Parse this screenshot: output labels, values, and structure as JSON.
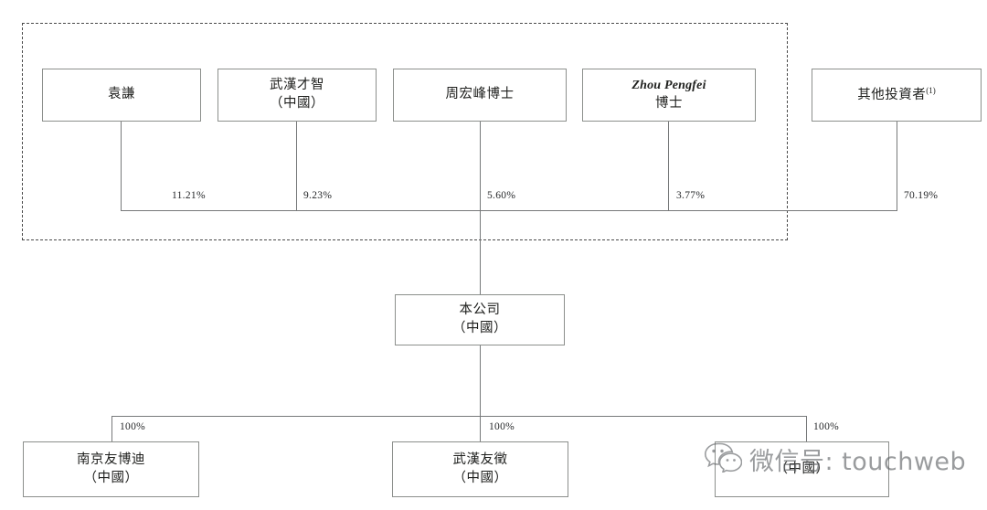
{
  "diagram": {
    "type": "org-ownership-chart",
    "shareholder_group_label": "",
    "shareholders": [
      {
        "name": "袁謙",
        "sub": "",
        "pct": "11.21%",
        "latin": false
      },
      {
        "name": "武漢才智",
        "sub": "（中國）",
        "pct": "9.23%",
        "latin": false
      },
      {
        "name": "周宏峰博士",
        "sub": "",
        "pct": "5.60%",
        "latin": false
      },
      {
        "name": "Zhou Pengfei",
        "sub": "博士",
        "pct": "3.77%",
        "latin": true
      },
      {
        "name": "其他投資者",
        "sub": "",
        "pct": "70.19%",
        "latin": false,
        "footnote": "(1)"
      }
    ],
    "company": {
      "name": "本公司",
      "sub": "（中國）"
    },
    "subsidiaries": [
      {
        "name": "南京友博迪",
        "sub": "（中國）",
        "pct": "100%"
      },
      {
        "name": "武漢友徵",
        "sub": "（中國）",
        "pct": "100%"
      },
      {
        "name": "",
        "sub": "（中國）",
        "pct": "100%"
      }
    ]
  },
  "watermark": {
    "text": "微信号: touchweb",
    "logo": "wechat-icon"
  },
  "colors": {
    "box_border": "#8c8f8c",
    "line": "#77797a",
    "dashed_border": "#4a4a4a",
    "text": "#20211f",
    "watermark_text": "#5d6063"
  }
}
